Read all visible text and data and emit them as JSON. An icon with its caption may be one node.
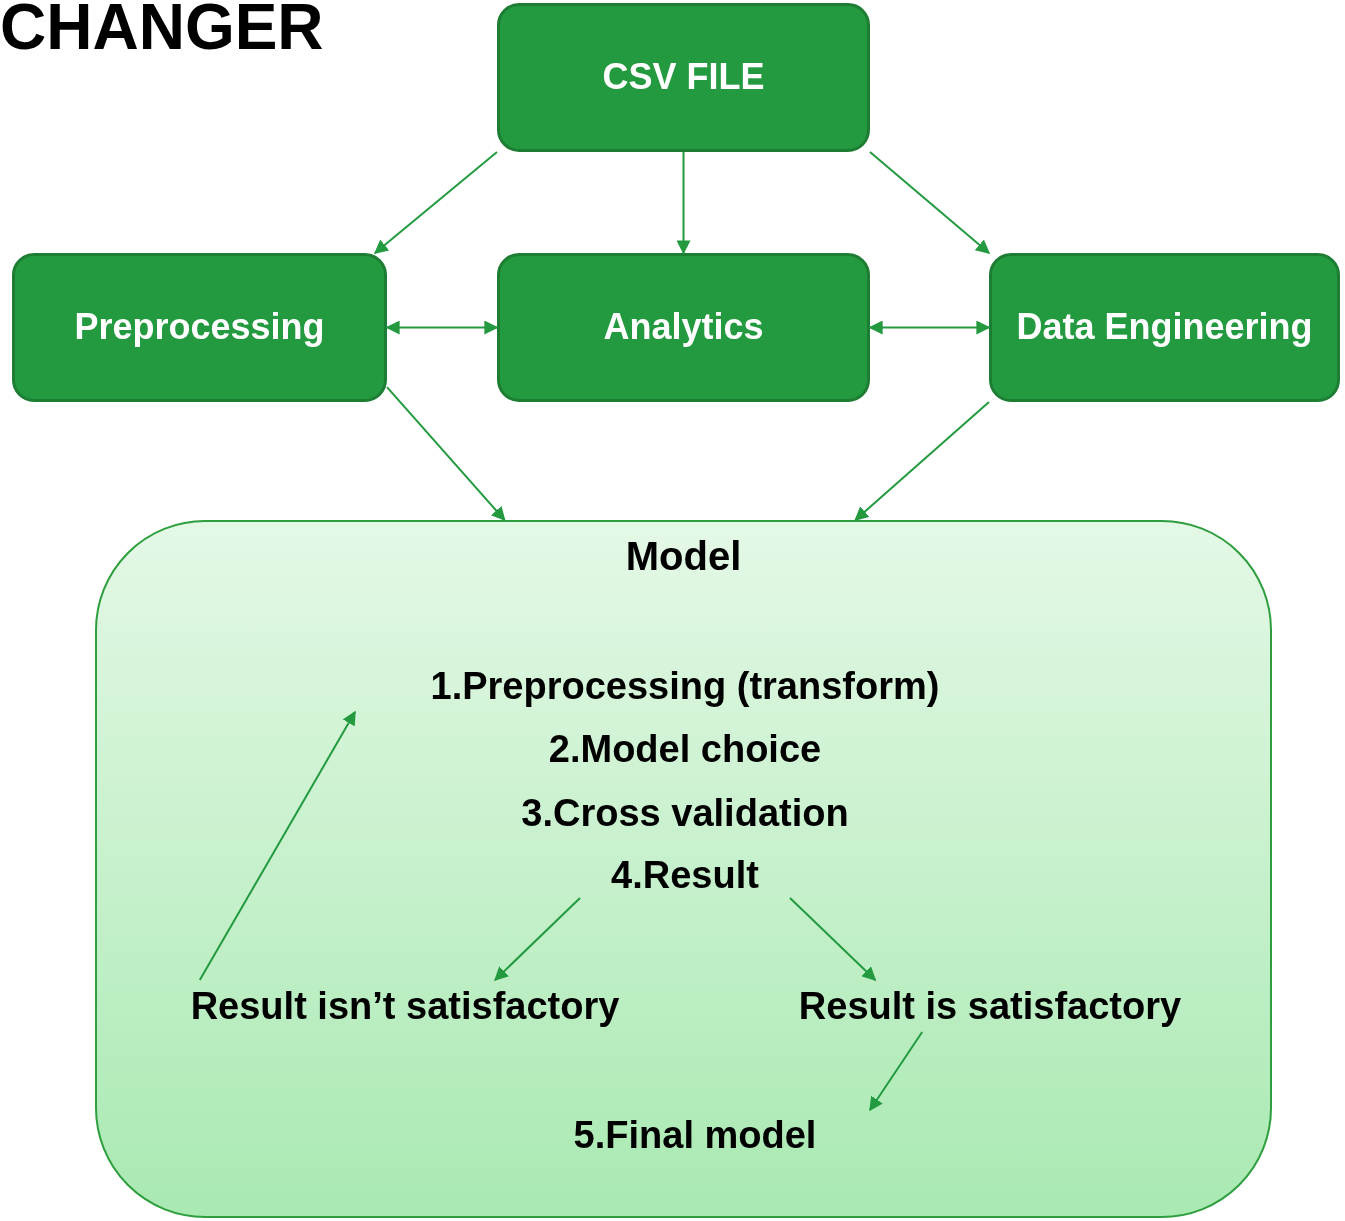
{
  "diagram": {
    "title": "CHANGER",
    "nodes": [
      {
        "text": [
          "CSV FILE"
        ]
      },
      {
        "text": [
          "Preprocessing"
        ]
      },
      {
        "text": [
          "Analytics"
        ]
      },
      {
        "text": [
          "Data Engineering"
        ]
      },
      {
        "text": [
          "Model"
        ]
      },
      {
        "text": [
          "1.Preprocessing (transform)"
        ],
        "in": 4
      },
      {
        "text": [
          "2.Model choice"
        ],
        "in": 4
      },
      {
        "text": [
          "3.Cross validation"
        ],
        "in": 4
      },
      {
        "text": [
          "4.Result"
        ],
        "in": 4
      },
      {
        "text": [
          "Result isn’t satisfactory"
        ],
        "in": 4
      },
      {
        "text": [
          "Result is satisfactory"
        ],
        "in": 4
      },
      {
        "text": [
          "5.Final model"
        ],
        "in": 4
      }
    ],
    "edges": [
      {
        "from": 0,
        "to": 1,
        "arrow": "to"
      },
      {
        "from": 0,
        "to": 2,
        "arrow": "to"
      },
      {
        "from": 0,
        "to": 3,
        "arrow": "to"
      },
      {
        "from": 1,
        "to": 2,
        "arrow": "both"
      },
      {
        "from": 2,
        "to": 3,
        "arrow": "both"
      },
      {
        "from": 1,
        "to": 4,
        "arrow": "to"
      },
      {
        "from": 3,
        "to": 4,
        "arrow": "to"
      },
      {
        "from": 8,
        "to": 9,
        "arrow": "to"
      },
      {
        "from": 8,
        "to": 10,
        "arrow": "to"
      },
      {
        "from": 9,
        "to": 5,
        "arrow": "to"
      },
      {
        "from": 10,
        "to": 11,
        "arrow": "to"
      }
    ]
  }
}
